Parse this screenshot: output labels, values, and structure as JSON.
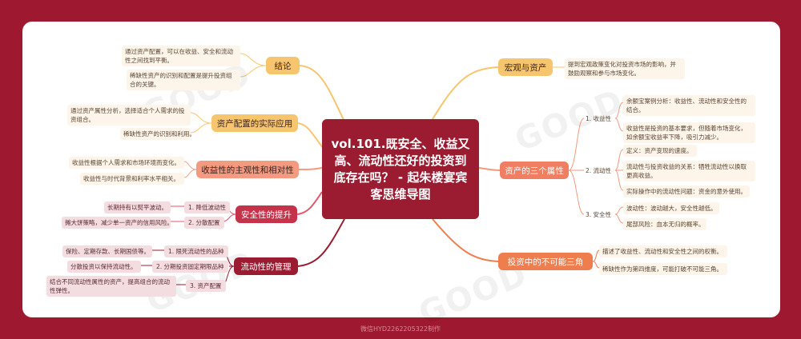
{
  "central": "vol.101.既安全、收益又高、流动性还好的投资到底存在吗？ - 起朱楼宴宾客思维导图",
  "watermark": "GOOD",
  "footer": "微信HYD2262205322制作",
  "left": {
    "conclusion": {
      "label": "结论",
      "leaves": [
        "通过资产配置，可以在收益、安全和流动性之间找到平衡。",
        "稀缺性资产的识别和配置是提升投资组合的关键。"
      ]
    },
    "practice": {
      "label": "资产配置的实际应用",
      "leaves": [
        "通过资产属性分析，选择适合个人需求的投资组合。",
        "稀缺性资产的识别和利用。"
      ]
    },
    "subjectivity": {
      "label": "收益性的主观性和相对性",
      "leaves": [
        "收益性根据个人需求和市场环境而变化。",
        "收益性与时代背景和利率水平相关。"
      ]
    },
    "safety": {
      "label": "安全性的提升",
      "subs": [
        {
          "label": "1. 降低波动性",
          "leaves": [
            "长期持有以熨平波动。"
          ]
        },
        {
          "label": "2. 分散配置",
          "leaves": [
            "摊大饼策略，减少单一资产的信用风险。"
          ]
        }
      ]
    },
    "liquidity": {
      "label": "流动性的管理",
      "subs": [
        {
          "label": "1. 限死流动性的品种",
          "leaves": [
            "保险、定期存款、长期国债等。"
          ]
        },
        {
          "label": "2. 分期投资固定期限品种",
          "leaves": [
            "分散投资以保持流动性。"
          ]
        },
        {
          "label": "3. 资产配置",
          "leaves": [
            "结合不同流动性属性的资产，提高组合的流动性弹性。"
          ]
        }
      ]
    }
  },
  "right": {
    "macro": {
      "label": "宏观与资产",
      "leaves": [
        "提到宏观政策变化对投资市场的影响，并鼓励观察和参与市场变化。"
      ]
    },
    "attributes": {
      "label": "资产的三个属性",
      "subs": [
        {
          "label": "1. 收益性",
          "leaves": [
            "余额宝案例分析：收益性、流动性和安全性的结合。",
            "收益性是投资的基本要求，但随着市场变化，如余额宝收益率下降，吸引力减少。"
          ]
        },
        {
          "label": "2. 流动性",
          "leaves": [
            "定义：资产变现的速度。",
            "流动性与投资收益的关系：牺牲流动性以换取更高收益。",
            "实际操作中的流动性问题：资金的意外使用。"
          ]
        },
        {
          "label": "3. 安全性",
          "leaves": [
            "波动性：波动越大，安全性越低。",
            "尾部风险：血本无归的概率。"
          ]
        }
      ]
    },
    "triangle": {
      "label": "投资中的不可能三角",
      "leaves": [
        "描述了收益性、流动性和安全性之间的权衡。",
        "稀缺性作为第四维度，可能打破不可能三角。"
      ]
    }
  },
  "colors": {
    "background": "#9e1830",
    "central": "#9b1c31",
    "yellow_node": "#f7c56e",
    "salmon_node": "#f39a80",
    "orange_node": "#ef7e4f"
  }
}
